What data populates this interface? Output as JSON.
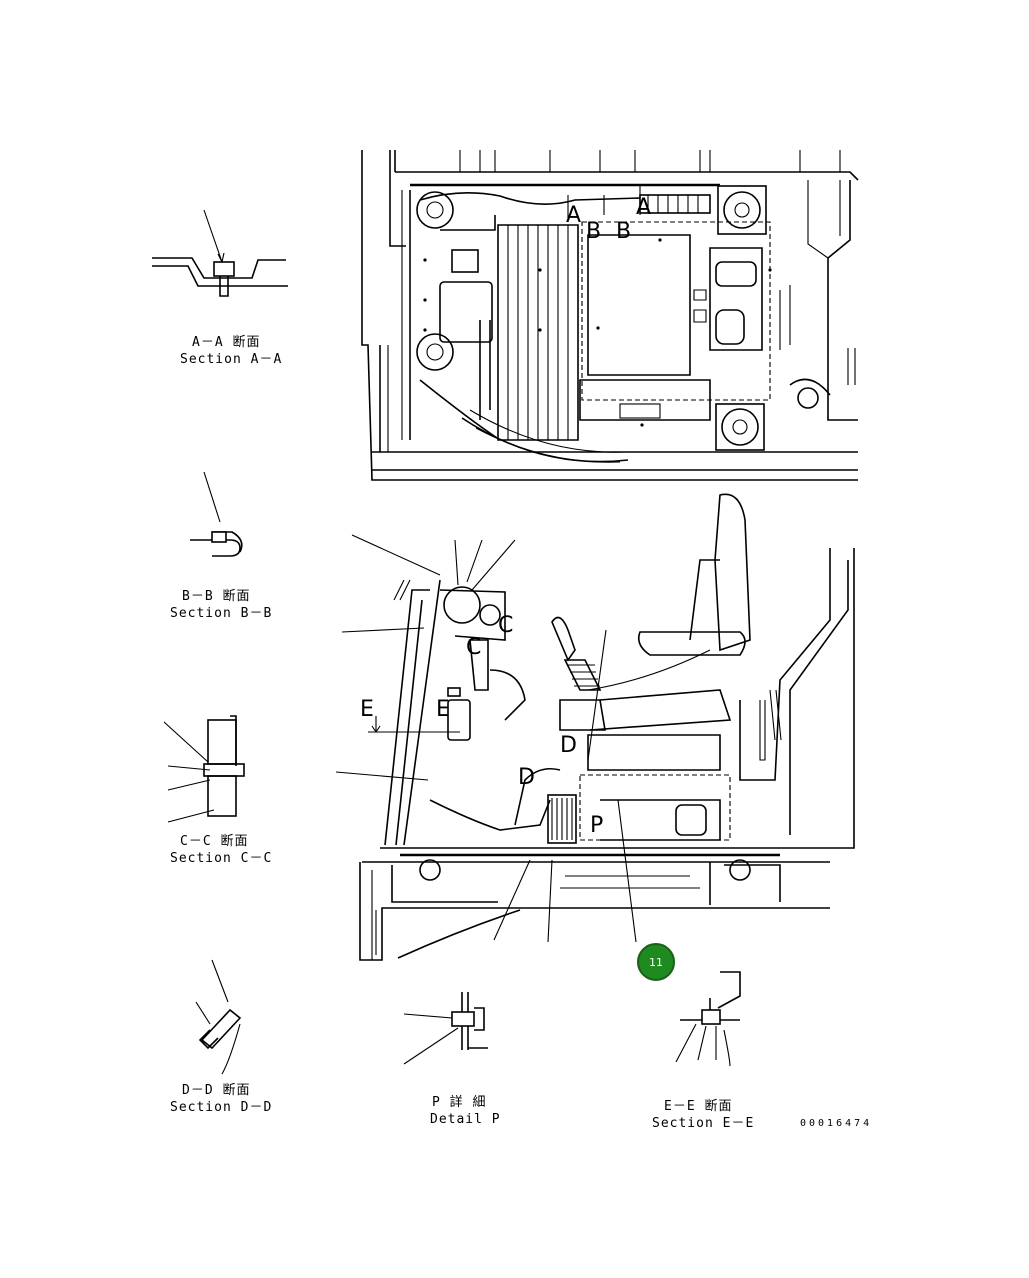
{
  "sections": {
    "aa": {
      "jp": "A－A 断面",
      "en": "Section A－A"
    },
    "bb": {
      "jp": "B－B 断面",
      "en": "Section B－B"
    },
    "cc": {
      "jp": "C－C 断面",
      "en": "Section C－C"
    },
    "dd": {
      "jp": "D－D 断面",
      "en": "Section D－D"
    },
    "p": {
      "jp": "P 詳 細",
      "en": "Detail P"
    },
    "ee": {
      "jp": "E－E 断面",
      "en": "Section E－E"
    }
  },
  "view_letters": {
    "a1": "A",
    "a2": "A",
    "b1": "B",
    "b2": "B",
    "c1": "C",
    "c2": "C",
    "d1": "D",
    "d2": "D",
    "e1": "E",
    "e2": "E",
    "p": "P"
  },
  "callout": {
    "number": "11",
    "color": "#1f8a1f"
  },
  "drawing_number": "00016474"
}
